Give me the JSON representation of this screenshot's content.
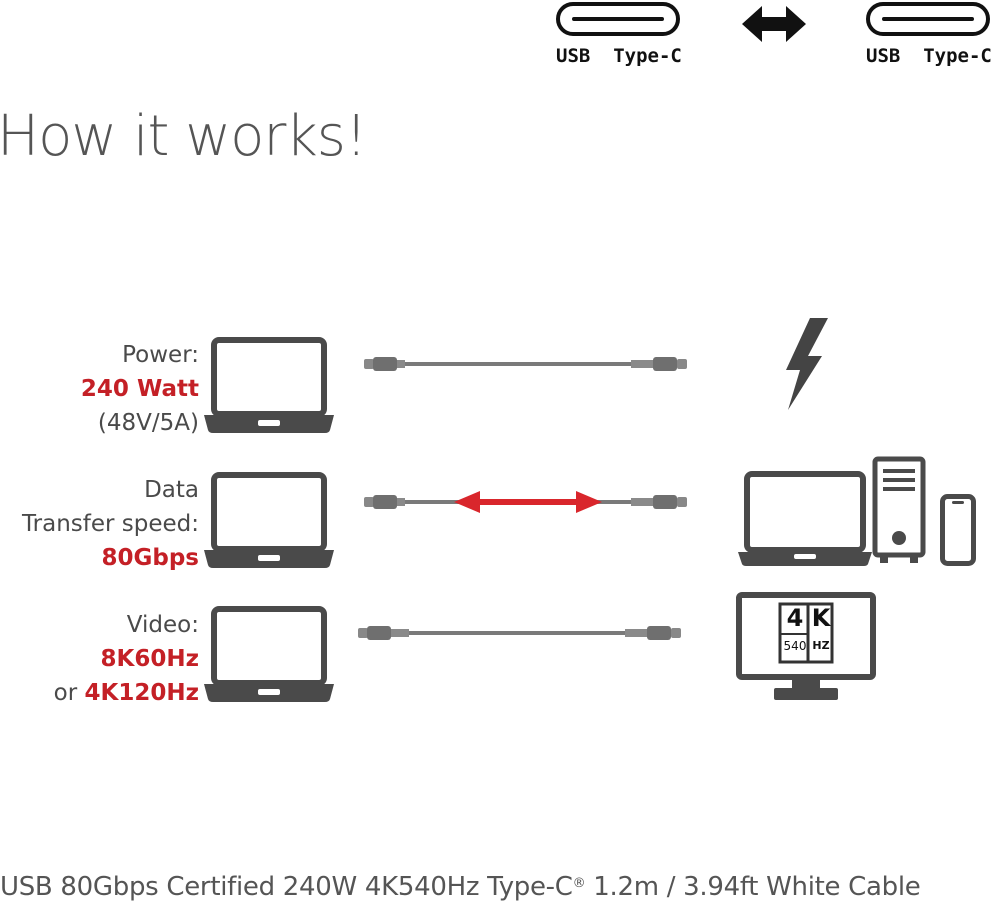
{
  "header": {
    "left_port_label": "USB  Type-C",
    "right_port_label": "USB  Type-C",
    "arrow_icon": "double-arrow-icon"
  },
  "title": "How it works!",
  "rows": [
    {
      "lines": [
        "Power:",
        "240 Watt",
        "(48V/5A)"
      ],
      "highlight": [
        1
      ]
    },
    {
      "lines": [
        "Data",
        "Transfer speed:",
        "80Gbps"
      ],
      "highlight": [
        2
      ]
    },
    {
      "lines": [
        "Video:",
        "8K60Hz"
      ],
      "prefix": "or ",
      "last_highlight": "4K120Hz"
    }
  ],
  "power": {
    "line1": "Power:",
    "line2": "240 Watt",
    "line3": "(48V/5A)"
  },
  "data": {
    "line1": "Data",
    "line2": "Transfer speed:",
    "line3": "80Gbps"
  },
  "video": {
    "line1": "Video:",
    "line2": "8K60Hz",
    "line3_prefix": "or ",
    "line3_highlight": "4K120Hz"
  },
  "monitor_badge": {
    "big": "4",
    "k": "K",
    "small": "540",
    "hz": "HZ"
  },
  "footer": {
    "text_before": "USB 80Gbps Certified 240W 4K540Hz Type-C",
    "reg": "®",
    "text_after": " 1.2m / 3.94ft White Cable"
  },
  "colors": {
    "accent_red": "#c42026",
    "device_gray": "#4a4a4a",
    "cable_gray": "#7a7a7a"
  },
  "icons": [
    "usb-c-port-icon",
    "double-arrow-icon",
    "laptop-icon",
    "cable-icon",
    "lightning-icon",
    "desktop-tower-icon",
    "phone-icon",
    "monitor-icon"
  ]
}
